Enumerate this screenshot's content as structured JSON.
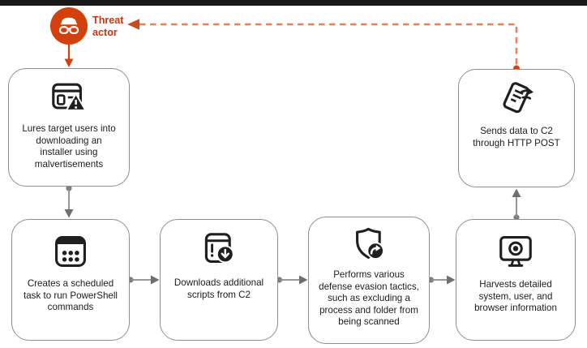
{
  "diagram_title": "Threat actor attack chain flow",
  "threat_actor": {
    "label": "Threat\nactor",
    "icon": "incognito-icon",
    "circle_color": "#d2400e",
    "label_color": "#c9340e"
  },
  "colors": {
    "top_bar": "#181818",
    "box_border": "#8f8f8f",
    "box_text": "#1c1c1c",
    "icon_black": "#1f1f1f",
    "connector_gray": "#7d7d7d",
    "accent_orange": "#d2400e",
    "dashed_line_orange": "#e8805a",
    "dashed_arrowhead": "#c84a1f"
  },
  "boxes": [
    {
      "id": "lure",
      "icon": "browser-alert-icon",
      "text": "Lures target users into\ndownloading an\ninstaller using\nmalvertisements"
    },
    {
      "id": "send-c2",
      "icon": "document-exfil-icon",
      "text": "Sends data to C2\nthrough HTTP POST"
    },
    {
      "id": "scheduled-task",
      "icon": "calendar-task-icon",
      "text": "Creates a scheduled\ntask to run PowerShell\ncommands"
    },
    {
      "id": "download-scripts",
      "icon": "window-download-icon",
      "text": "Downloads additional\nscripts from C2"
    },
    {
      "id": "defense-evasion",
      "icon": "shield-evasion-icon",
      "text": "Performs various\ndefense evasion tactics,\nsuch as excluding a\nprocess and folder from\nbeing scanned"
    },
    {
      "id": "harvest-info",
      "icon": "monitor-eye-icon",
      "text": "Harvests detailed\nsystem, user, and\nbrowser information"
    }
  ],
  "connectors": [
    {
      "from": "threat-actor",
      "to": "lure",
      "style": "solid-orange-arrow-down"
    },
    {
      "from": "lure",
      "to": "scheduled-task",
      "style": "gray-arrow-down"
    },
    {
      "from": "scheduled-task",
      "to": "download-scripts",
      "style": "gray-arrow-right"
    },
    {
      "from": "download-scripts",
      "to": "defense-evasion",
      "style": "gray-arrow-right"
    },
    {
      "from": "defense-evasion",
      "to": "harvest-info",
      "style": "gray-arrow-right"
    },
    {
      "from": "harvest-info",
      "to": "send-c2",
      "style": "gray-arrow-up"
    },
    {
      "from": "send-c2",
      "to": "threat-actor",
      "style": "dashed-orange-arrow"
    }
  ]
}
